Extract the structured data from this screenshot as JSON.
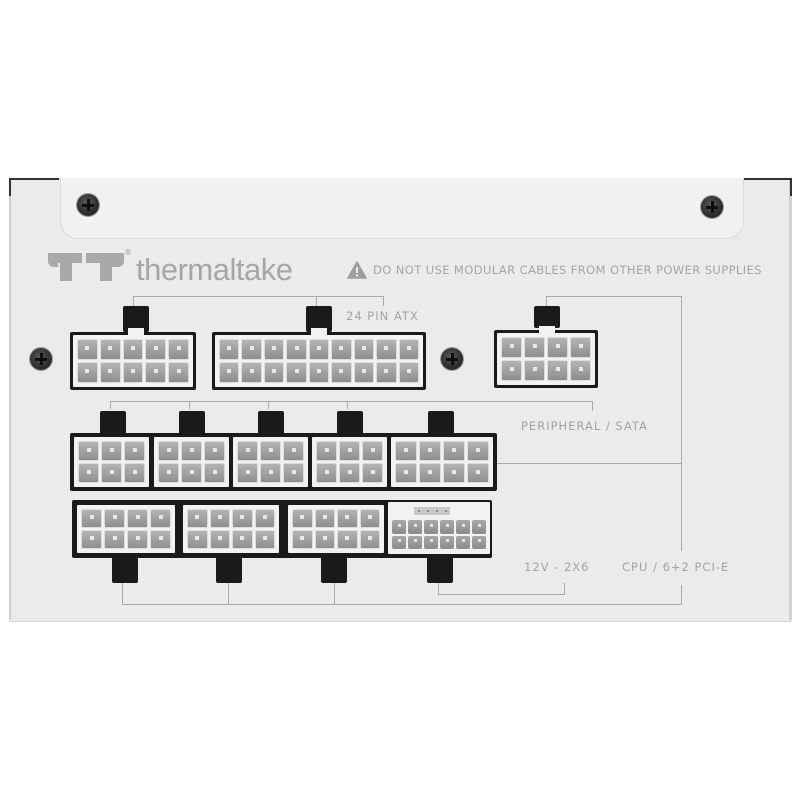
{
  "product": {
    "brand_name": "thermaltake",
    "registered_mark": "®",
    "logo_icon": "tt-logo-icon",
    "panel_color": "#ebebeb",
    "print_color": "#a5a5a5",
    "connector_frame_color": "#1a1a1a",
    "connector_body_color": "#f2f2f2"
  },
  "warning": {
    "icon": "warning-triangle-icon",
    "text": "DO NOT USE MODULAR CABLES FROM OTHER POWER SUPPLIES"
  },
  "labels": {
    "atx": "24 PIN ATX",
    "peripheral": "PERIPHERAL / SATA",
    "pcie_12v": "12V - 2X6",
    "cpu_pcie": "CPU / 6+2 PCI-E"
  },
  "connectors": {
    "atx": [
      {
        "name": "atx-10pin",
        "cols": 5,
        "rows": 2
      },
      {
        "name": "atx-18pin",
        "cols": 9,
        "rows": 2
      }
    ],
    "cpu_top": {
      "name": "cpu-8pin-top",
      "cols": 4,
      "rows": 2
    },
    "peripheral": [
      {
        "name": "peripheral-6pin-1",
        "cols": 3,
        "rows": 2
      },
      {
        "name": "peripheral-6pin-2",
        "cols": 3,
        "rows": 2
      },
      {
        "name": "peripheral-6pin-3",
        "cols": 3,
        "rows": 2
      },
      {
        "name": "peripheral-6pin-4",
        "cols": 3,
        "rows": 2
      },
      {
        "name": "cpu-pcie-8pin-row2",
        "cols": 4,
        "rows": 2
      }
    ],
    "bottom": [
      {
        "name": "cpu-pcie-8pin-1",
        "cols": 4,
        "rows": 2
      },
      {
        "name": "cpu-pcie-8pin-2",
        "cols": 4,
        "rows": 2
      },
      {
        "name": "cpu-pcie-8pin-3",
        "cols": 4,
        "rows": 2
      },
      {
        "name": "12v-2x6",
        "cols": 6,
        "rows": 2,
        "sense_pins": 4
      }
    ]
  },
  "screws": [
    "screw-top-left",
    "screw-top-right",
    "screw-mid-left",
    "screw-mid-center"
  ]
}
